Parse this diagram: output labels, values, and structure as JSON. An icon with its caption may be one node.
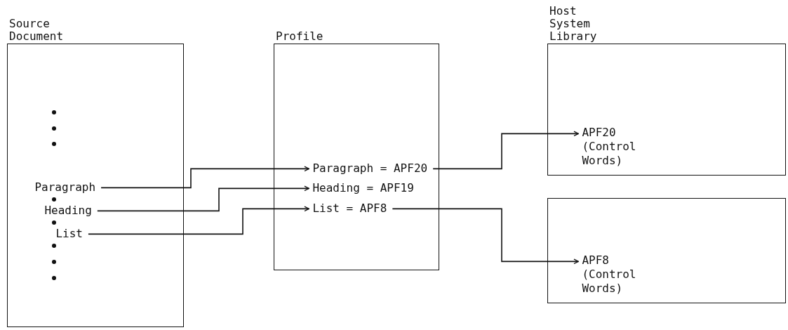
{
  "diagram": {
    "nodes": [
      {
        "text": [
          "Source Document"
        ]
      },
      {
        "text": [
          "Paragraph"
        ],
        "in": 0
      },
      {
        "text": [
          "Heading"
        ],
        "in": 0
      },
      {
        "text": [
          "List"
        ],
        "in": 0
      },
      {
        "text": [
          "Profile"
        ]
      },
      {
        "text": [
          "Paragraph = APF20"
        ],
        "in": 4
      },
      {
        "text": [
          "Heading = APF19"
        ],
        "in": 4
      },
      {
        "text": [
          "List = APF8"
        ],
        "in": 4
      },
      {
        "text": [
          "Host System Library"
        ]
      },
      {
        "text": [
          "APF20 (Control Words)"
        ],
        "in": 8
      },
      {
        "text": [],
        "shape": "box"
      },
      {
        "text": [
          "APF8 (Control Words)"
        ],
        "in": 10
      }
    ],
    "edges": [
      {
        "from": 1,
        "to": 5,
        "arrow": "to"
      },
      {
        "from": 2,
        "to": 6,
        "arrow": "to"
      },
      {
        "from": 3,
        "to": 7,
        "arrow": "to"
      },
      {
        "from": 5,
        "to": 9,
        "arrow": "to"
      },
      {
        "from": 7,
        "to": 11,
        "arrow": "to"
      }
    ]
  }
}
